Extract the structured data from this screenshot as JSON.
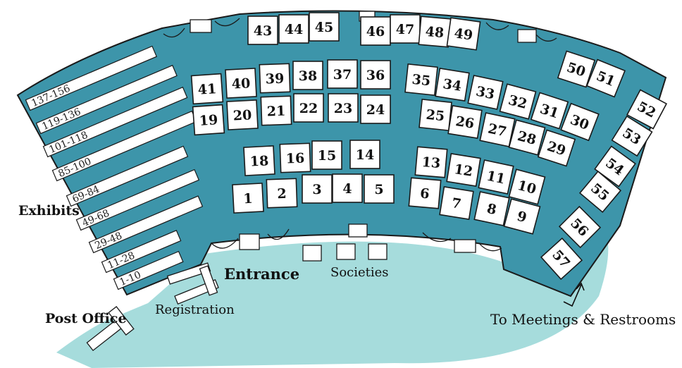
{
  "labels": {
    "exhibits": "Exhibits",
    "entrance": "Entrance",
    "societies": "Societies",
    "registration": "Registration",
    "post_office": "Post Office",
    "to_meetings": "To Meetings & Restrooms"
  },
  "colors": {
    "hall": "#3d95aa",
    "lobby": "#a6dcdc",
    "outline": "#1a1a1a",
    "booth": "#ffffff"
  },
  "exhibit_rows": [
    "137-156",
    "119-136",
    "101-118",
    "85-100",
    "69-84",
    "49-68",
    "29-48",
    "11-28",
    "1-10"
  ],
  "booths": [
    "1",
    "2",
    "3",
    "4",
    "5",
    "6",
    "7",
    "8",
    "9",
    "10",
    "11",
    "12",
    "13",
    "14",
    "15",
    "16",
    "18",
    "19",
    "20",
    "21",
    "22",
    "23",
    "24",
    "25",
    "26",
    "27",
    "28",
    "29",
    "30",
    "31",
    "32",
    "33",
    "34",
    "35",
    "36",
    "37",
    "38",
    "39",
    "40",
    "41",
    "43",
    "44",
    "45",
    "46",
    "47",
    "48",
    "49",
    "50",
    "51",
    "52",
    "53",
    "54",
    "55",
    "56",
    "57"
  ]
}
